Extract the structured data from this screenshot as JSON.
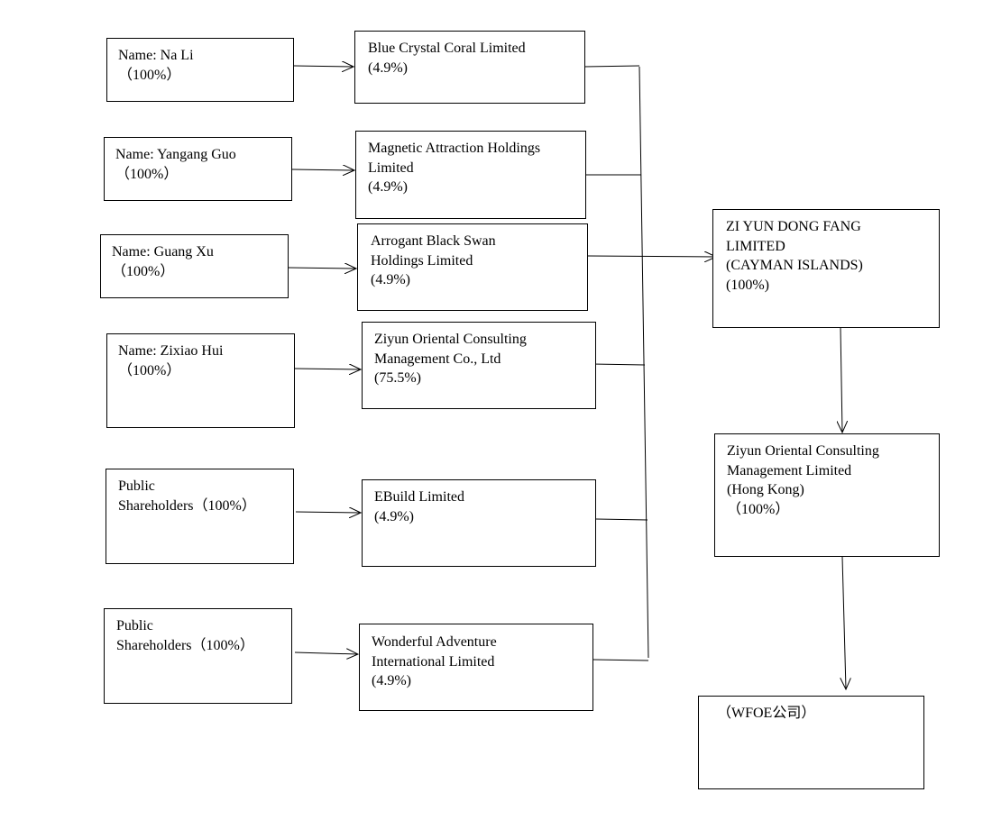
{
  "shareholders": [
    {
      "lines": [
        "Name: Na Li",
        "（100%）"
      ]
    },
    {
      "lines": [
        "Name: Yangang Guo",
        "（100%）"
      ]
    },
    {
      "lines": [
        "Name: Guang Xu",
        "（100%）"
      ]
    },
    {
      "lines": [
        "Name: Zixiao Hui",
        "（100%）"
      ]
    },
    {
      "lines": [
        "Public",
        "Shareholders（100%）"
      ]
    },
    {
      "lines": [
        "Public",
        "Shareholders（100%）"
      ]
    }
  ],
  "entities": [
    {
      "lines": [
        "Blue Crystal Coral Limited",
        "(4.9%)"
      ]
    },
    {
      "lines": [
        "Magnetic Attraction Holdings",
        "Limited",
        "(4.9%)"
      ]
    },
    {
      "lines": [
        "Arrogant Black Swan",
        "Holdings Limited",
        "(4.9%)"
      ]
    },
    {
      "lines": [
        "Ziyun Oriental Consulting",
        "Management Co., Ltd",
        "(75.5%)"
      ]
    },
    {
      "lines": [
        "EBuild Limited",
        "(4.9%)"
      ]
    },
    {
      "lines": [
        "Wonderful Adventure",
        "International Limited",
        "(4.9%)"
      ]
    }
  ],
  "cayman": {
    "lines": [
      "ZI YUN DONG FANG",
      "LIMITED",
      "(CAYMAN ISLANDS)",
      "(100%)"
    ]
  },
  "hongkong": {
    "lines": [
      "Ziyun Oriental Consulting",
      "Management Limited",
      "(Hong Kong)",
      "（100%）"
    ]
  },
  "wfoe": {
    "lines": [
      "（WFOE公司）"
    ]
  }
}
